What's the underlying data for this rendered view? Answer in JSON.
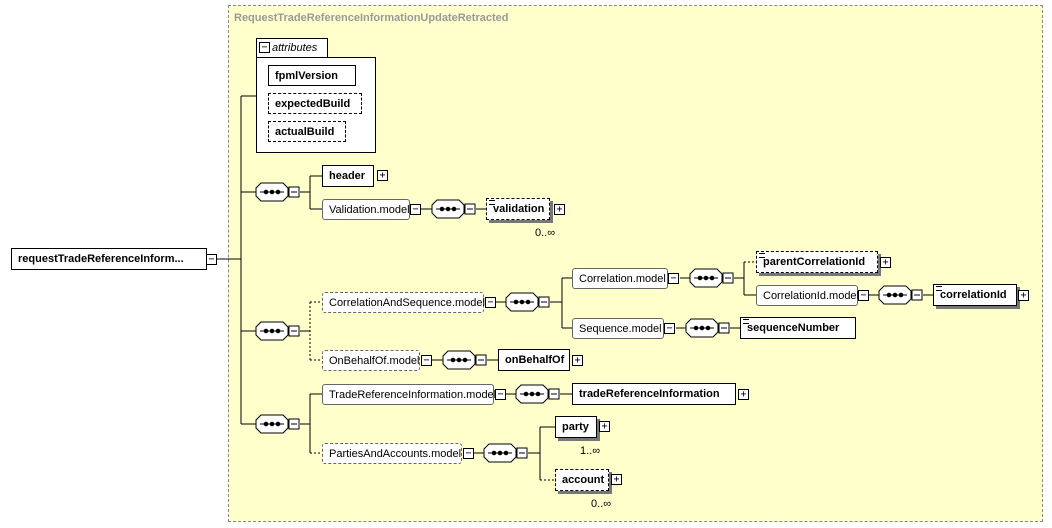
{
  "complex_type": {
    "name": "RequestTradeReferenceInformationUpdateRetracted"
  },
  "root": {
    "label": "requestTradeReferenceInform..."
  },
  "attributes": {
    "tab_label": "attributes",
    "items": [
      "fpmlVersion",
      "expectedBuild",
      "actualBuild"
    ]
  },
  "elements": {
    "header": "header",
    "validation_model": "Validation.model",
    "validation": "validation",
    "validation_card": "0..∞",
    "correlation_and_sequence": "CorrelationAndSequence.model",
    "correlation_model": "Correlation.model",
    "parent_correlation_id": "parentCorrelationId",
    "correlation_id_model": "CorrelationId.model",
    "correlation_id": "correlationId",
    "sequence_model": "Sequence.model",
    "sequence_number": "sequenceNumber",
    "on_behalf_of_model": "OnBehalfOf.model",
    "on_behalf_of": "onBehalfOf",
    "trade_ref_model": "TradeReferenceInformation.model",
    "trade_ref": "tradeReferenceInformation",
    "parties_accounts_model": "PartiesAndAccounts.model",
    "party": "party",
    "party_card": "1..∞",
    "account": "account",
    "account_card": "0..∞"
  },
  "icons": {
    "expand": "plus-icon",
    "collapse": "minus-icon",
    "sequence": "sequence-compositor-icon",
    "annotation": "documentation-icon"
  },
  "colors": {
    "complex_type_bg": "#ffffcc",
    "title_grey": "#999999"
  }
}
